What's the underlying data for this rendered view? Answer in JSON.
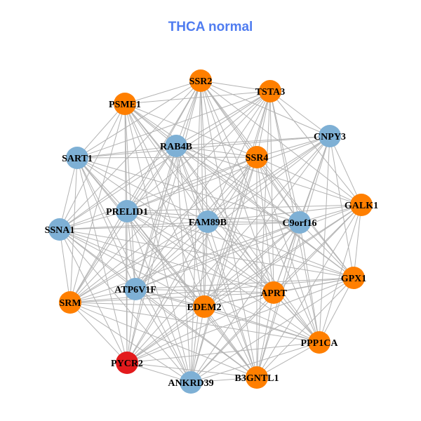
{
  "title": "THCA normal",
  "colors": {
    "title": "#4f7cf0",
    "edge": "#b3b3b3",
    "orange": "#ff7f00",
    "blue": "#7eb0d5",
    "red": "#e31a1c"
  },
  "nodes": [
    {
      "label": "SSR2",
      "color": "orange"
    },
    {
      "label": "TSTA3",
      "color": "orange"
    },
    {
      "label": "PSME1",
      "color": "orange"
    },
    {
      "label": "CNPY3",
      "color": "blue"
    },
    {
      "label": "RAB4B",
      "color": "blue"
    },
    {
      "label": "SART1",
      "color": "blue"
    },
    {
      "label": "SSR4",
      "color": "orange"
    },
    {
      "label": "GALK1",
      "color": "orange"
    },
    {
      "label": "PRELID1",
      "color": "blue"
    },
    {
      "label": "FAM89B",
      "color": "blue"
    },
    {
      "label": "C9orf16",
      "color": "blue"
    },
    {
      "label": "SSNA1",
      "color": "blue"
    },
    {
      "label": "GPX1",
      "color": "orange"
    },
    {
      "label": "ATP6V1F",
      "color": "blue"
    },
    {
      "label": "APRT",
      "color": "orange"
    },
    {
      "label": "SRM",
      "color": "orange"
    },
    {
      "label": "EDEM2",
      "color": "orange"
    },
    {
      "label": "PPP1CA",
      "color": "orange"
    },
    {
      "label": "PYCR2",
      "color": "red"
    },
    {
      "label": "B3GNTL1",
      "color": "orange"
    },
    {
      "label": "ANKRD39",
      "color": "blue"
    }
  ],
  "adjacency": [
    [
      1,
      2,
      3,
      4,
      5,
      6,
      7,
      8,
      9,
      10,
      11,
      12,
      13,
      14,
      15,
      16,
      17,
      18,
      19,
      20
    ],
    [
      2,
      3,
      4,
      5,
      6,
      7,
      8,
      9,
      10,
      11,
      13,
      14,
      15,
      16,
      17,
      19,
      20
    ],
    [
      4,
      5,
      6,
      8,
      9,
      10,
      11,
      12,
      13,
      14,
      15,
      16,
      17,
      18,
      19,
      20
    ],
    [
      4,
      5,
      6,
      7,
      8,
      9,
      10,
      12,
      13,
      14,
      15,
      16,
      17,
      18,
      19
    ],
    [
      5,
      6,
      7,
      8,
      9,
      10,
      11,
      12,
      13,
      14,
      15,
      16,
      17,
      18,
      19,
      20
    ],
    [
      6,
      8,
      9,
      10,
      11,
      13,
      14,
      15,
      16,
      18,
      19,
      20
    ],
    [
      7,
      8,
      9,
      10,
      11,
      12,
      13,
      14,
      15,
      16,
      17,
      18,
      19,
      20
    ],
    [
      8,
      9,
      10,
      12,
      13,
      14,
      16,
      17,
      18,
      19,
      20
    ],
    [
      9,
      10,
      11,
      12,
      13,
      14,
      15,
      16,
      17,
      18,
      19,
      20
    ],
    [
      10,
      11,
      12,
      13,
      14,
      15,
      16,
      17,
      18,
      19,
      20
    ],
    [
      11,
      12,
      13,
      14,
      15,
      16,
      17,
      18,
      19,
      20
    ],
    [
      12,
      13,
      14,
      15,
      16,
      17,
      18,
      19,
      20
    ],
    [
      13,
      14,
      15,
      16,
      17,
      18,
      19,
      20
    ],
    [
      14,
      15,
      16,
      17,
      18,
      19,
      20
    ],
    [
      15,
      16,
      17,
      18,
      19,
      20
    ],
    [
      16,
      17,
      18,
      19,
      20
    ],
    [
      17,
      18,
      19,
      20
    ],
    [
      18,
      19,
      20
    ],
    [
      19,
      20
    ],
    [
      20
    ],
    []
  ]
}
